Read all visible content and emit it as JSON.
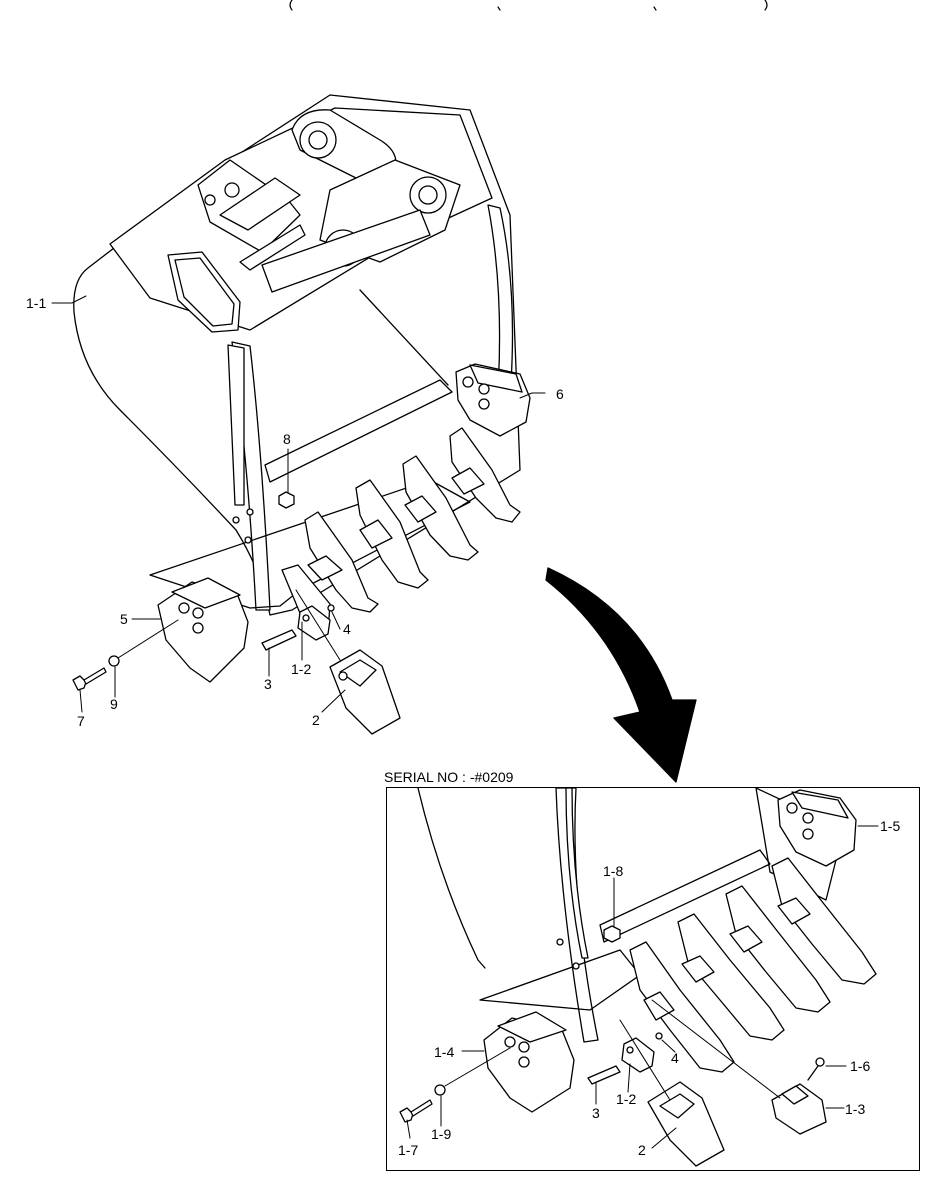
{
  "serial_note": "SERIAL NO : -#0209",
  "labels": {
    "main": {
      "body": "1-1",
      "side_cutter_right": "6",
      "nut": "8",
      "side_cutter_left": "5",
      "pin_lock": "4",
      "adapter": "1-2",
      "pin": "3",
      "tooth": "2",
      "bolt": "7",
      "washer": "9"
    },
    "inset": {
      "side_cutter_right": "1-5",
      "nut": "1-8",
      "side_cutter_left": "1-4",
      "pin_lock": "4",
      "bolt_small": "1-6",
      "wear_cap": "1-3",
      "adapter": "1-2",
      "pin": "3",
      "tooth": "2",
      "bolt": "1-7",
      "washer": "1-9"
    }
  }
}
